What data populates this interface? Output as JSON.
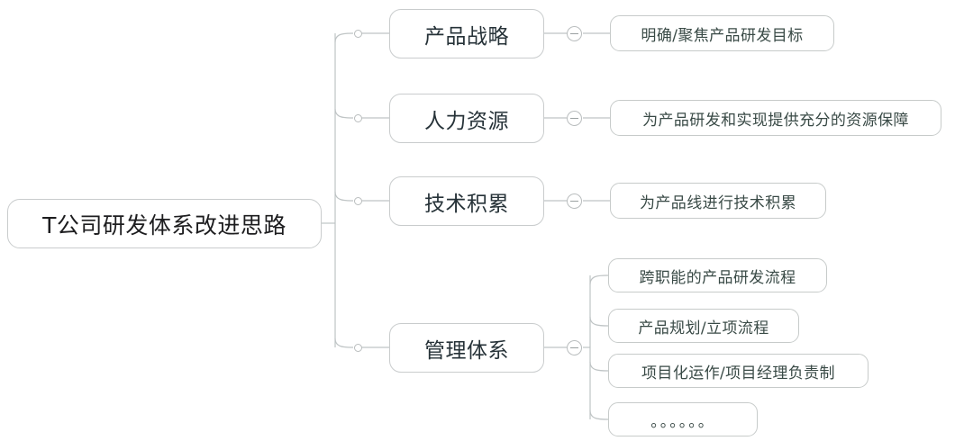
{
  "diagram": {
    "type": "mind-map",
    "title": "T公司研发体系改进思路",
    "root": {
      "label": "T公司研发体系改进思路"
    },
    "branches": [
      {
        "label": "产品战略",
        "toggle_icon": "collapse-minus-icon",
        "children": [
          {
            "label": "明确/聚焦产品研发目标"
          }
        ]
      },
      {
        "label": "人力资源",
        "toggle_icon": "collapse-minus-icon",
        "children": [
          {
            "label": "为产品研发和实现提供充分的资源保障"
          }
        ]
      },
      {
        "label": "技术积累",
        "toggle_icon": "collapse-minus-icon",
        "children": [
          {
            "label": "为产品线进行技术积累"
          }
        ]
      },
      {
        "label": "管理体系",
        "toggle_icon": "collapse-minus-icon",
        "children": [
          {
            "label": "跨职能的产品研发流程"
          },
          {
            "label": "产品规划/立项流程"
          },
          {
            "label": "项目化运作/项目经理负责制"
          },
          {
            "label": "。。。。。。"
          }
        ]
      }
    ],
    "colors": {
      "background": "#ffffff",
      "line": "#bfc4c5",
      "root_border": "#c9cccd",
      "branch_border": "#c9cccd",
      "leaf_border": "#c7cbca",
      "root_text": "#1d1d1f",
      "branch_text": "#263238",
      "leaf_text": "#394a46"
    }
  }
}
